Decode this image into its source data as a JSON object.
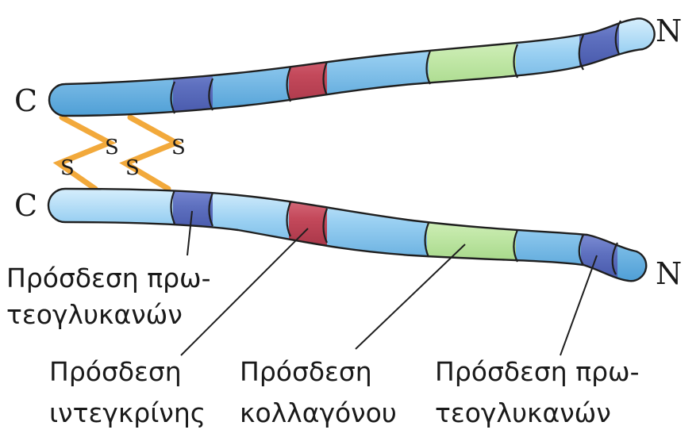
{
  "terminals": {
    "top_c": "C",
    "top_n": "N",
    "bottom_c": "C",
    "bottom_n": "N"
  },
  "disulfide": {
    "s1": "S",
    "s2": "S",
    "s3": "S",
    "s4": "S"
  },
  "labels": {
    "proteoglycan_left": {
      "line1": "Πρόσδεση πρω-",
      "line2": "τεογλυκανών"
    },
    "integrin": {
      "line1": "Πρόσδεση",
      "line2": "ιντεγκρίνης"
    },
    "collagen": {
      "line1": "Πρόσδεση",
      "line2": "κολλαγόνου"
    },
    "proteoglycan_right": {
      "line1": "Πρόσδεση πρω-",
      "line2": "τεογλυκανών"
    }
  },
  "colors": {
    "chain": "#8ec8ee",
    "chain_edge": "#1f1f1f",
    "proteoglycan_domain": "#5b6cb8",
    "integrin_domain": "#c24a5c",
    "collagen_domain": "#bfe6a6",
    "disulfide_bond": "#f2a93b"
  }
}
